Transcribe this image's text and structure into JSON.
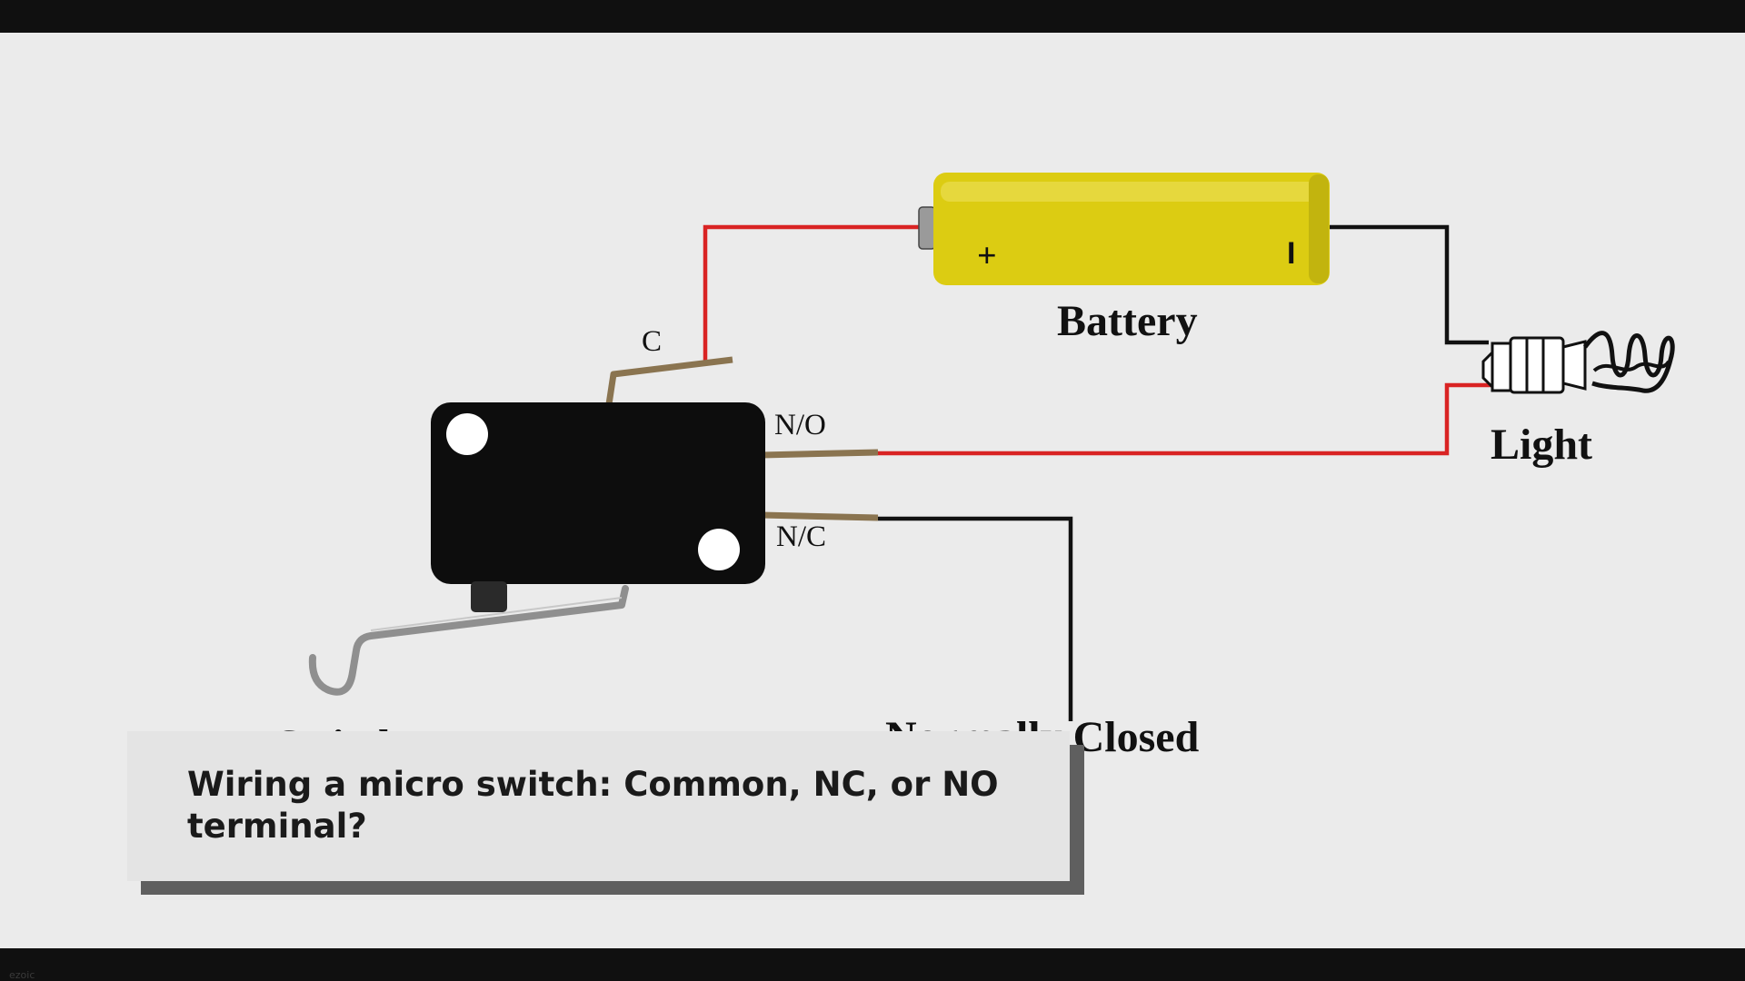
{
  "diagram": {
    "labels": {
      "battery": "Battery",
      "light": "Light",
      "switch": "Switch",
      "normally_closed": "Normally Closed",
      "common": "C",
      "normally_open": "N/O",
      "nc": "N/C",
      "plus": "+",
      "minus": "I"
    },
    "colors": {
      "positive_wire": "#d92323",
      "negative_wire": "#111111",
      "battery": "#dccc12",
      "switch_body": "#0d0d0d",
      "terminal": "#8a7450"
    }
  },
  "caption": {
    "text": "Wiring a micro switch: Common, NC, or NO terminal?"
  },
  "watermark": "ezoic"
}
